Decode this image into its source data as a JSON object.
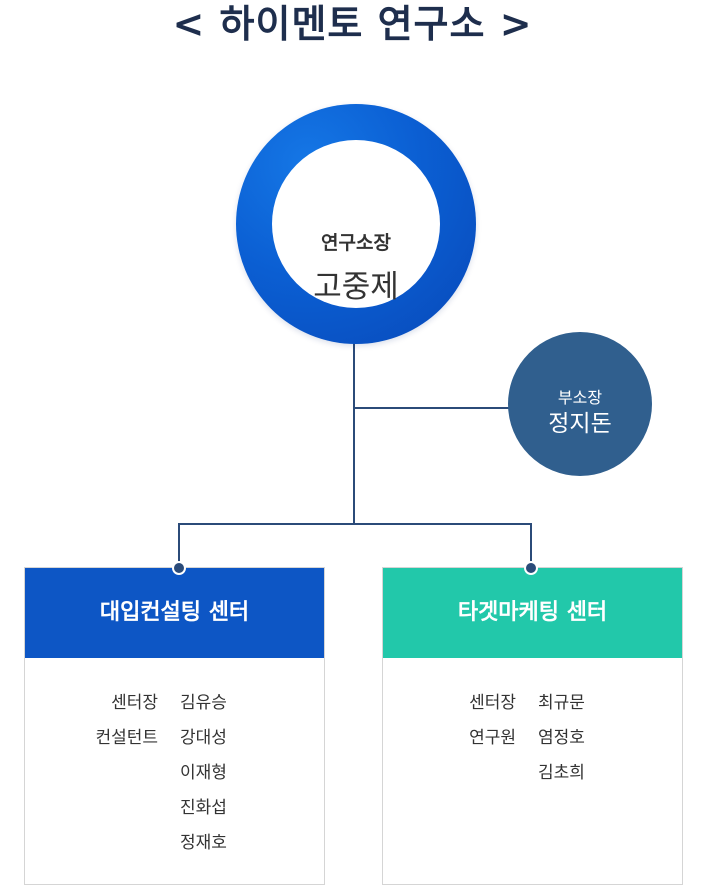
{
  "title": "< 하이멘토 연구소 >",
  "director": {
    "role": "연구소장",
    "name": "고중제"
  },
  "vice_director": {
    "role": "부소장",
    "name": "정지돈"
  },
  "centers": [
    {
      "name": "대입컨설팅 센터",
      "color": "#0d56c5",
      "members": [
        {
          "role": "센터장",
          "name": "김유승"
        },
        {
          "role": "컨설턴트",
          "name": "강대성"
        },
        {
          "role": "",
          "name": "이재형"
        },
        {
          "role": "",
          "name": "진화섭"
        },
        {
          "role": "",
          "name": "정재호"
        }
      ]
    },
    {
      "name": "타겟마케팅 센터",
      "color": "#22c8aa",
      "members": [
        {
          "role": "센터장",
          "name": "최규문"
        },
        {
          "role": "연구원",
          "name": "염정호"
        },
        {
          "role": "",
          "name": "김초희"
        }
      ]
    }
  ],
  "colors": {
    "title": "#1e2e4d",
    "ring": "#0b5fd3",
    "vice": "#305f8e",
    "connector": "#2b4b79"
  }
}
